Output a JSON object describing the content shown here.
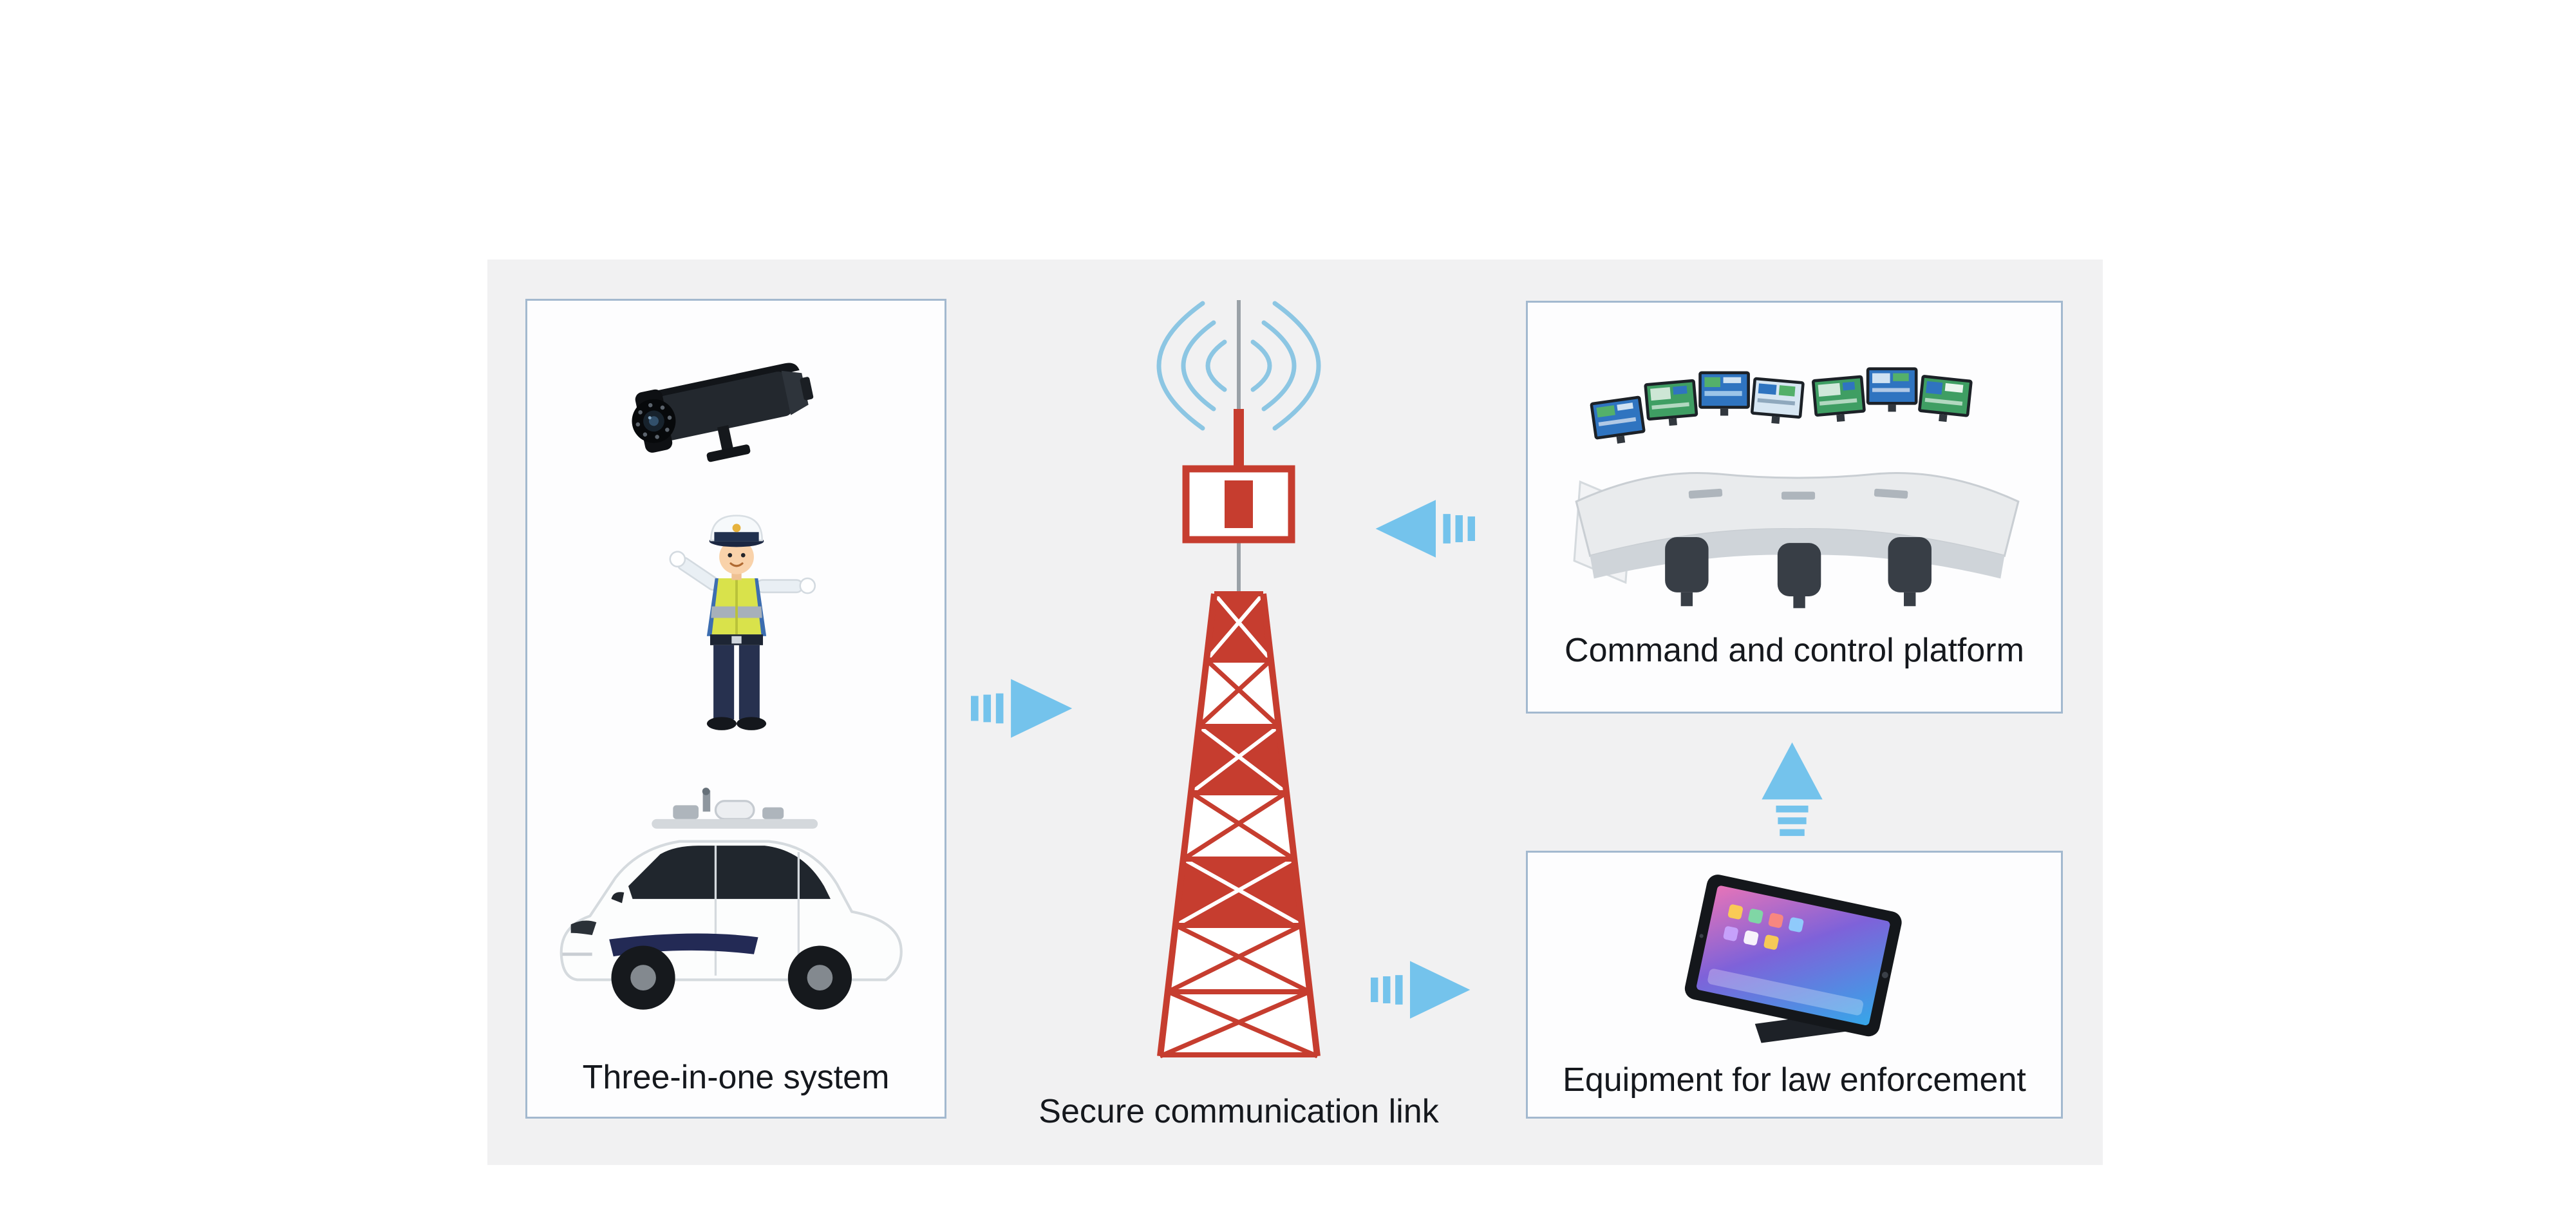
{
  "colors": {
    "page-bg": "#ffffff",
    "panel-bg": "#f1f1f2",
    "box-bg": "#fdfdfe",
    "box-border": "#a3b9cf",
    "accent-arrow": "#74c3ec",
    "tower-red": "#c63d2f",
    "wave-blue": "#8cc6e3",
    "label-text": "#15181d"
  },
  "diagram": {
    "nodes": {
      "three_in_one": {
        "label": "Three-in-one system",
        "icons": [
          "surveillance-camera-icon",
          "traffic-police-officer-icon",
          "autonomous-patrol-vehicle-icon"
        ]
      },
      "tower": {
        "label": "Secure communication link",
        "icons": [
          "radio-tower-icon",
          "radio-waves-icon"
        ]
      },
      "command": {
        "label": "Command and control platform",
        "icons": [
          "control-room-icon"
        ]
      },
      "equipment": {
        "label": "Equipment for law enforcement",
        "icons": [
          "law-enforcement-tablet-icon"
        ]
      }
    },
    "connections": [
      {
        "between": "three-in-one and tower",
        "arrow_points": "right"
      },
      {
        "between": "command platform and tower",
        "arrow_points": "left"
      },
      {
        "between": "tower and equipment",
        "arrow_points": "right"
      },
      {
        "between": "equipment and command platform",
        "arrow_points": "up"
      }
    ]
  }
}
